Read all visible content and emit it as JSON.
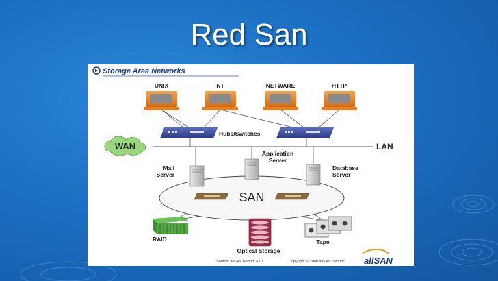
{
  "slide": {
    "title": "Red San"
  },
  "diagram": {
    "header": "Storage Area Networks",
    "clients": [
      "UNIX",
      "NT",
      "NETWARE",
      "HTTP"
    ],
    "hubs_label": "Hubs/Switches",
    "wan_label": "WAN",
    "lan_label": "LAN",
    "servers": {
      "mail": [
        "Mail",
        "Server"
      ],
      "application": [
        "Application",
        "Server"
      ],
      "database": [
        "Database",
        "Server"
      ]
    },
    "san_label": "SAN",
    "storage": {
      "raid": "RAID",
      "optical": "Optical Storage",
      "tape": "Tape"
    },
    "footer": {
      "source": "Source: allSAN Report 2001",
      "copyright": "Copyright © 2000 allSAN.com Inc",
      "logo": "allSAN"
    }
  },
  "colors": {
    "background": "#1b6fc4",
    "monitor": "#f08a2c",
    "hub": "#3b4c9a",
    "cloud": "#8fd17a",
    "header_text": "#1a3a8a"
  }
}
